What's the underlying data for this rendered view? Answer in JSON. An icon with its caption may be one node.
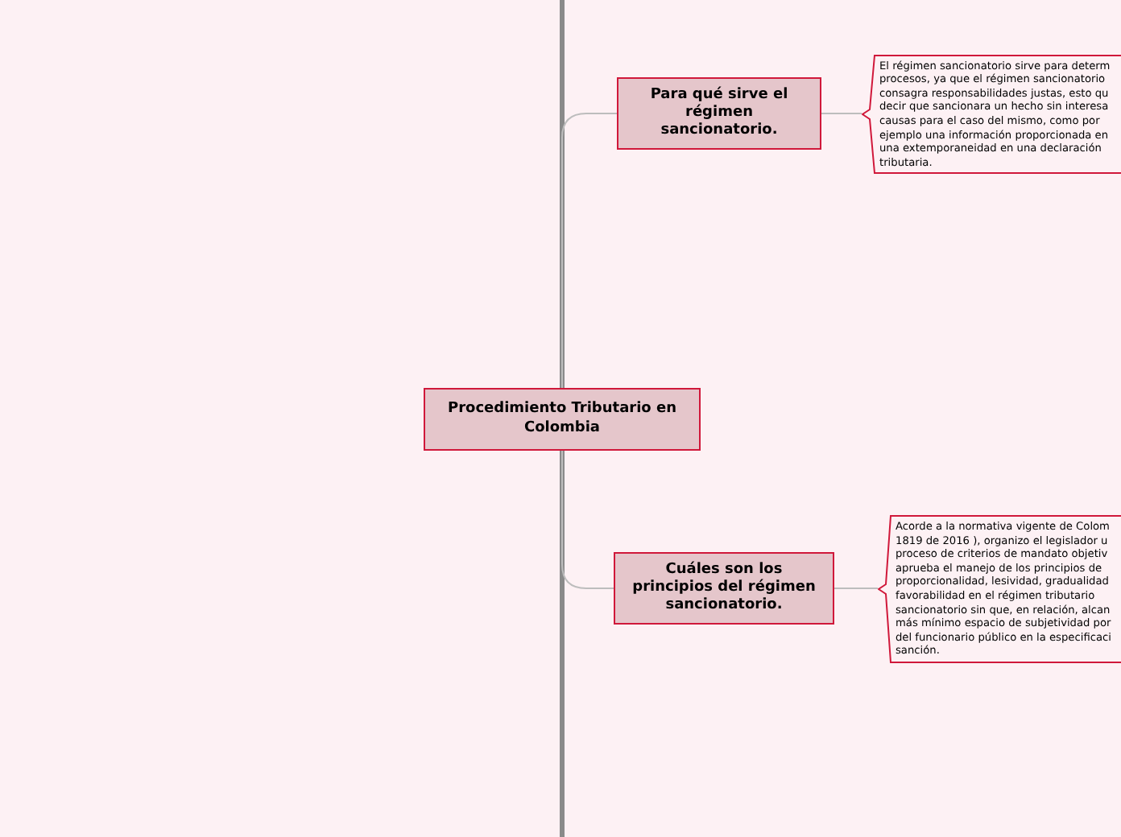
{
  "diagram": {
    "nodes": [
      {
        "text": [
          "Procedimiento Tributario en Colombia"
        ]
      },
      {
        "text": [
          "Para qué sirve el régimen sancionatorio."
        ]
      },
      {
        "text": [
          "El régimen sancionatorio sirve para determ procesos, ya que el régimen sancionatorio consagra responsabilidades justas, esto qu decir que sancionara un hecho sin interesa causas para el caso del mismo, como por ejemplo una información proporcionada en una extemporaneidad en una declaración tributaria."
        ]
      },
      {
        "text": [
          "Cuáles son los principios del régimen sancionatorio."
        ]
      },
      {
        "text": [
          "Acorde a la normativa vigente de Colom 1819 de 2016 ), organizo el legislador u proceso de criterios de mandato objetiv aprueba el manejo de los principios de proporcionalidad, lesividad, gradualidad favorabilidad en el régimen tributario sancionatorio sin que, en relación, alcan más mínimo espacio de subjetividad por del funcionario público en la especificaci sanción."
        ]
      }
    ],
    "edges": [
      {
        "from": 0,
        "to": 1,
        "arrow": "none"
      },
      {
        "from": 1,
        "to": 2,
        "arrow": "none"
      },
      {
        "from": 0,
        "to": 3,
        "arrow": "none"
      },
      {
        "from": 3,
        "to": 4,
        "arrow": "none"
      }
    ]
  }
}
